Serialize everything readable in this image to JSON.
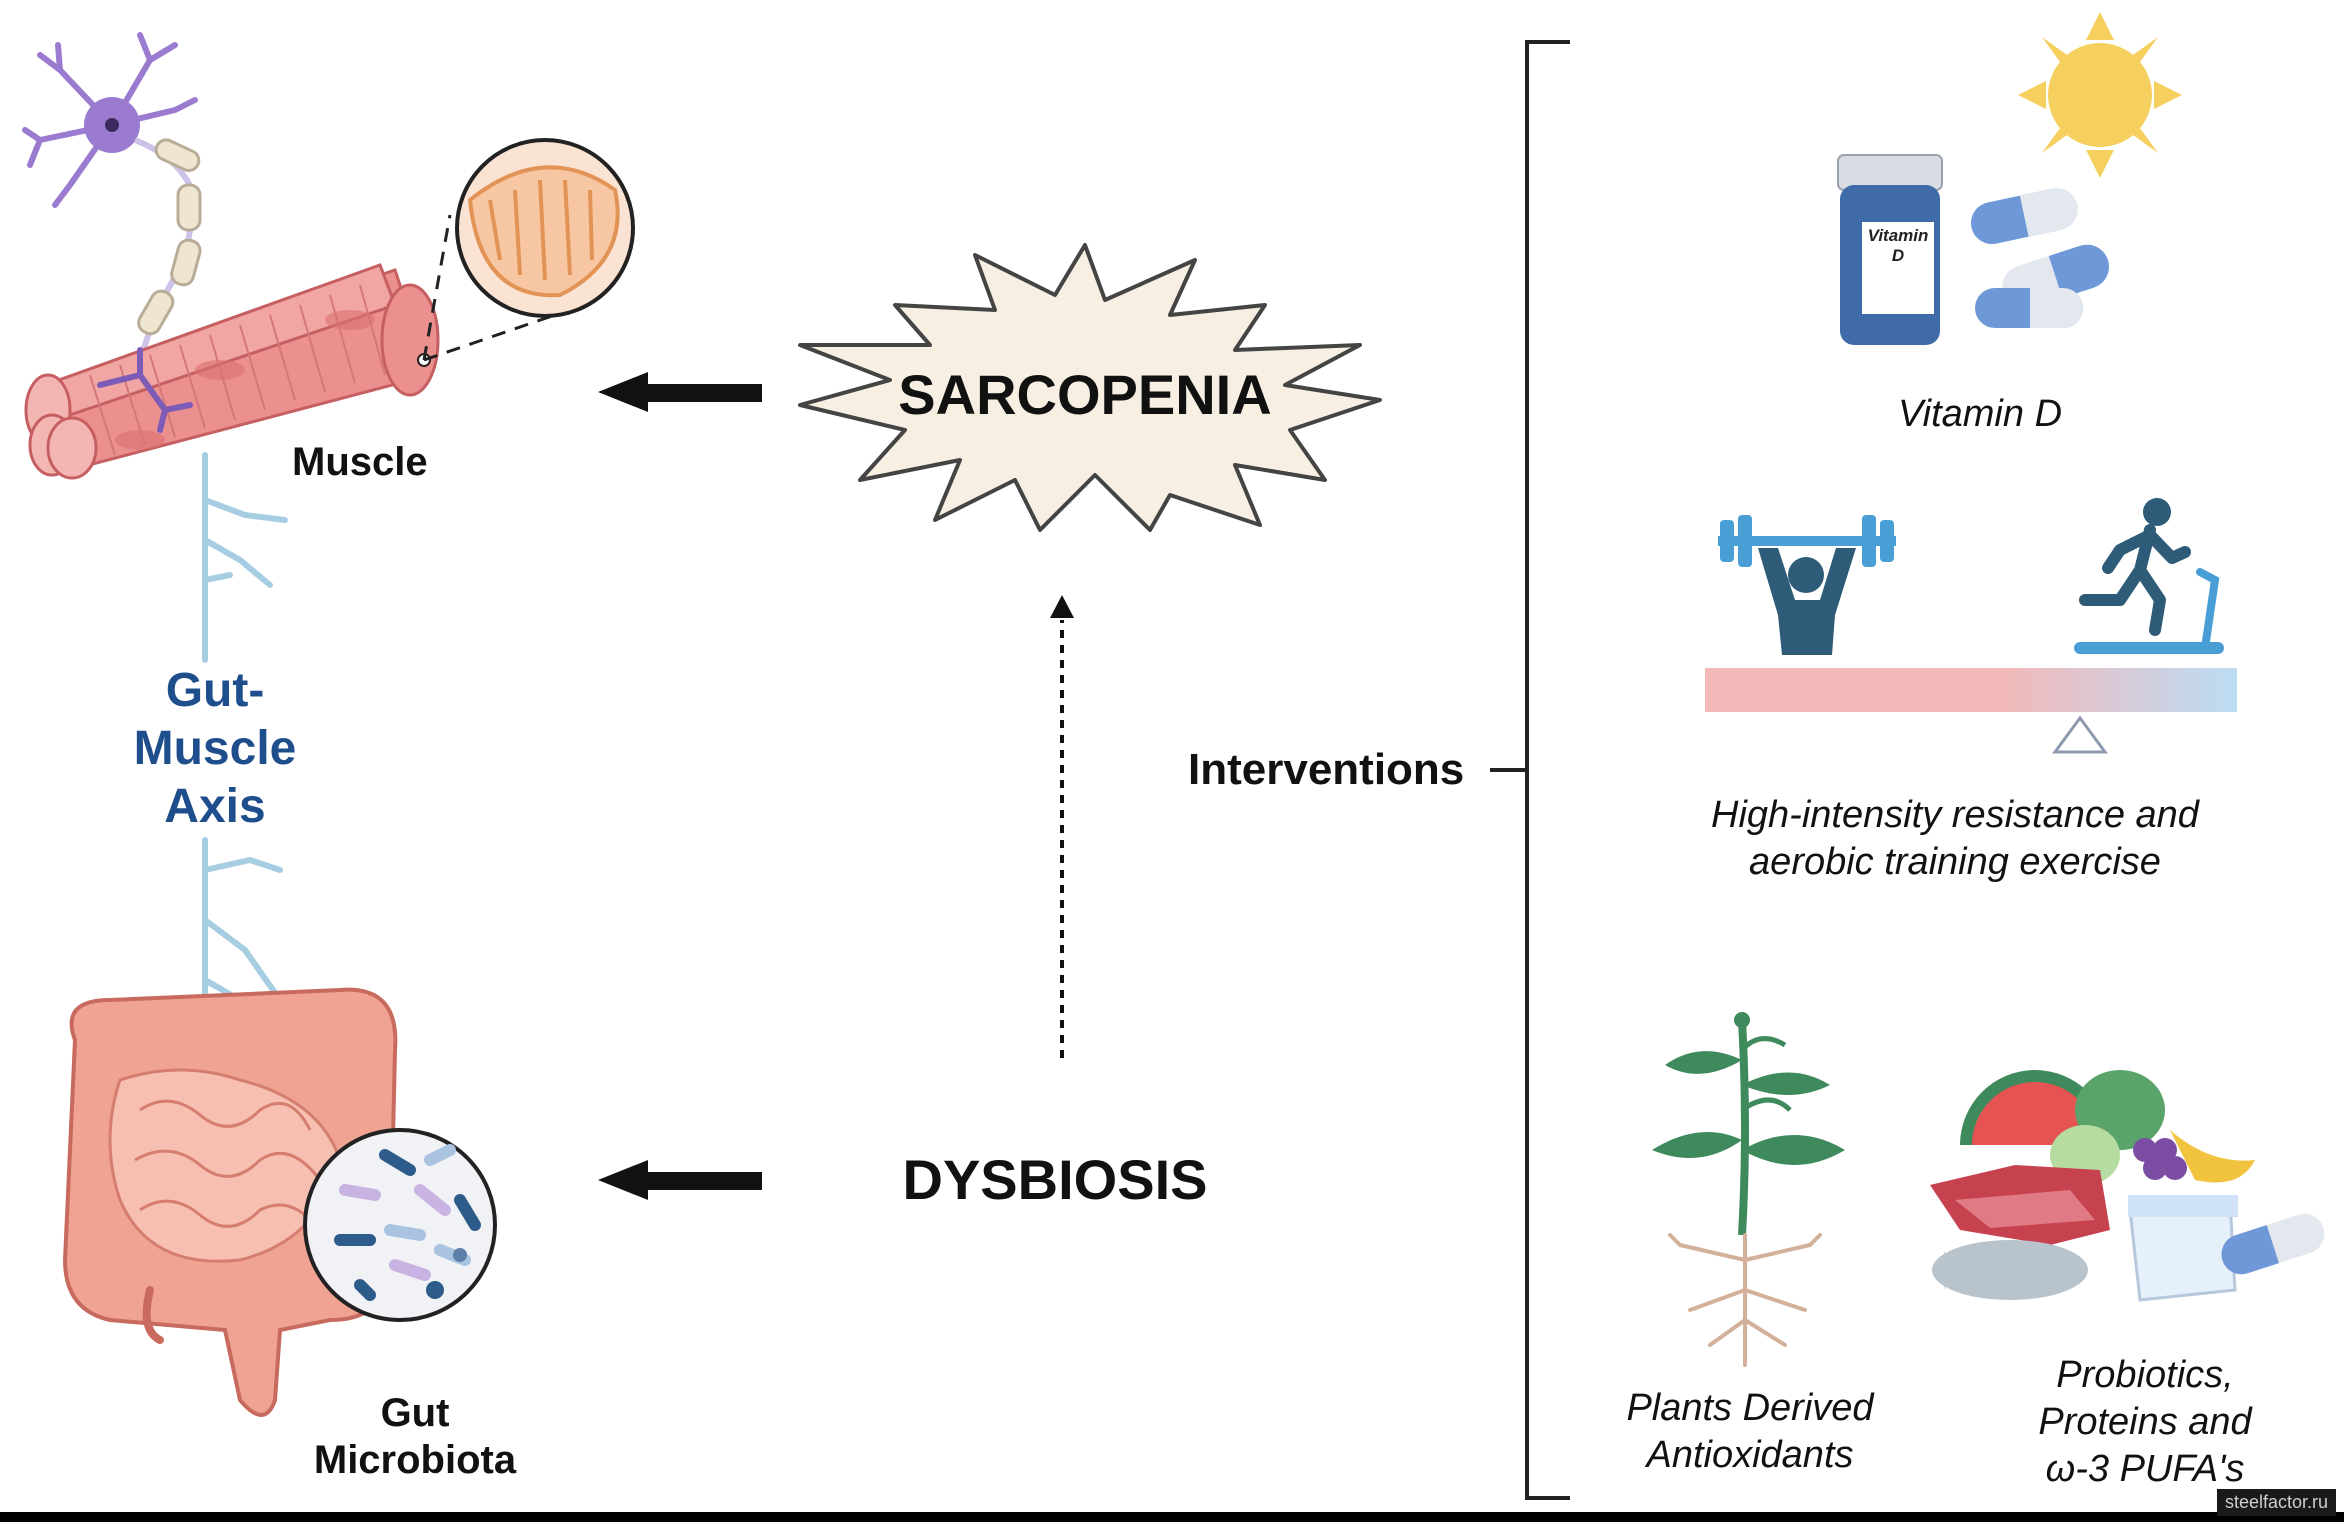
{
  "labels": {
    "muscle": "Muscle",
    "axis_line1": "Gut-",
    "axis_line2": "Muscle",
    "axis_line3": "Axis",
    "gut_line1": "Gut",
    "gut_line2": "Microbiota",
    "sarcopenia": "SARCOPENIA",
    "dysbiosis": "DYSBIOSIS",
    "interventions": "Interventions",
    "vitd": "Vitamin D",
    "vitd_bottle_line1": "Vitamin",
    "vitd_bottle_line2": "D",
    "exercise_line1": "High-intensity resistance and",
    "exercise_line2": "aerobic training exercise",
    "plants_line1": "Plants Derived",
    "plants_line2": "Antioxidants",
    "probiotics_line1": "Probiotics,",
    "probiotics_line2": "Proteins and",
    "probiotics_line3": "ω-3 PUFA's"
  },
  "watermark": "steelfactor.ru",
  "colors": {
    "background": "#ffffff",
    "axis_text": "#1f4e8c",
    "burst_fill": "#f7f0e2",
    "muscle": "#ec8f8f",
    "gut": "#f0a293",
    "nerve": "#a7cde3",
    "neuron": "#9b7bd0",
    "sun": "#f6d05e",
    "capsule_blue": "#6e98d8",
    "exercise_icon": "#2e5b78",
    "exercise_blue": "#4a9ed6",
    "seesaw_pink": "#f3b8b8",
    "seesaw_blue": "#bcdcf4",
    "plant_green": "#3e8a5c"
  },
  "icons": [
    "neuron-icon",
    "muscle-fiber-icon",
    "mitochondria-icon",
    "intestine-icon",
    "microbiota-icon",
    "sarcopenia-burst",
    "sun-icon",
    "vitamin-bottle-icon",
    "capsule-icon",
    "weightlifter-icon",
    "treadmill-runner-icon",
    "seesaw-icon",
    "plant-icon",
    "food-group-icon"
  ]
}
